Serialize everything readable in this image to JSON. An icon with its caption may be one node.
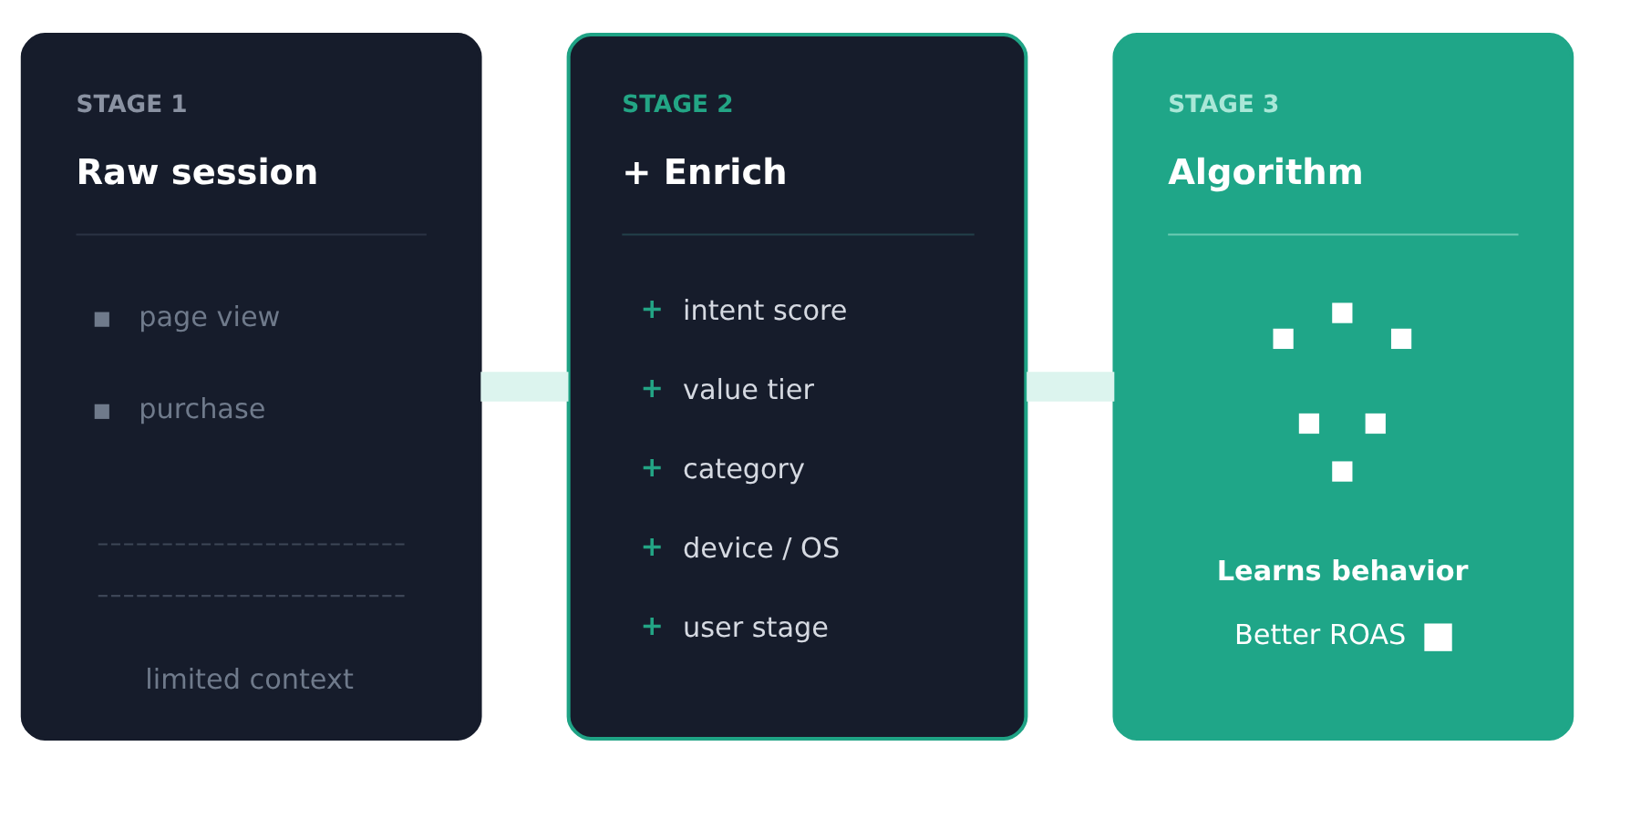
{
  "diagram": {
    "nodes": [
      {
        "text": [
          "STAGE 1",
          "Raw session",
          "page view",
          "purchase",
          "limited context"
        ]
      },
      {
        "text": [
          "STAGE 2",
          "+ Enrich",
          "+ intent score",
          "+ value tier",
          "+ category",
          "+ device / OS",
          "+ user stage"
        ]
      },
      {
        "text": [
          "STAGE 3",
          "Algorithm",
          "Learns behavior",
          "Better ROAS"
        ]
      }
    ],
    "edges": [
      {
        "from": 0,
        "to": 1,
        "arrow": "none"
      },
      {
        "from": 1,
        "to": 2,
        "arrow": "none"
      }
    ]
  }
}
